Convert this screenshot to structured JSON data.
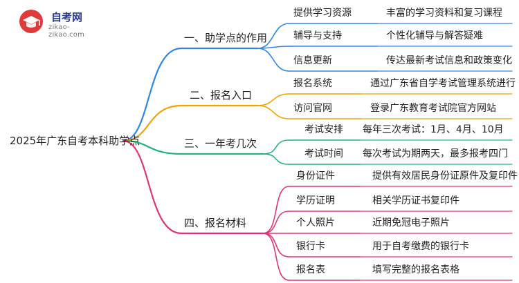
{
  "logo": {
    "title": "自考网",
    "subtitle": "zikao-zikao.com"
  },
  "colors": {
    "blue": "#2f86e6",
    "orange": "#f0a400",
    "green": "#1fb37a",
    "magenta": "#e0357a",
    "logo_red": "#e03a3a"
  },
  "root": {
    "label": "2025年广东自考本科助学点"
  },
  "branches": [
    {
      "label": "一、助学点的作用",
      "color": "blue",
      "items": [
        {
          "name": "提供学习资源",
          "desc": "丰富的学习资料和复习课程"
        },
        {
          "name": "辅导与支持",
          "desc": "个性化辅导与解答疑难"
        },
        {
          "name": "信息更新",
          "desc": "传达最新考试信息和政策变化"
        }
      ]
    },
    {
      "label": "二、报名入口",
      "color": "orange",
      "items": [
        {
          "name": "报名系统",
          "desc": "通过广东省自学考试管理系统进行"
        },
        {
          "name": "访问官网",
          "desc": "登录广东教育考试院官方网站"
        }
      ]
    },
    {
      "label": "三、一年考几次",
      "color": "green",
      "items": [
        {
          "name": "考试安排",
          "desc": "每年三次考试：1月、4月、10月"
        },
        {
          "name": "考试时间",
          "desc": "每次考试为期两天，最多报考四门"
        }
      ]
    },
    {
      "label": "四、报名材料",
      "color": "magenta",
      "items": [
        {
          "name": "身份证件",
          "desc": "提供有效居民身份证原件及复印件"
        },
        {
          "name": "学历证明",
          "desc": "相关学历证书复印件"
        },
        {
          "name": "个人照片",
          "desc": "近期免冠电子照片"
        },
        {
          "name": "银行卡",
          "desc": "用于自考缴费的银行卡"
        },
        {
          "name": "报名表",
          "desc": "填写完整的报名表格"
        }
      ]
    }
  ]
}
